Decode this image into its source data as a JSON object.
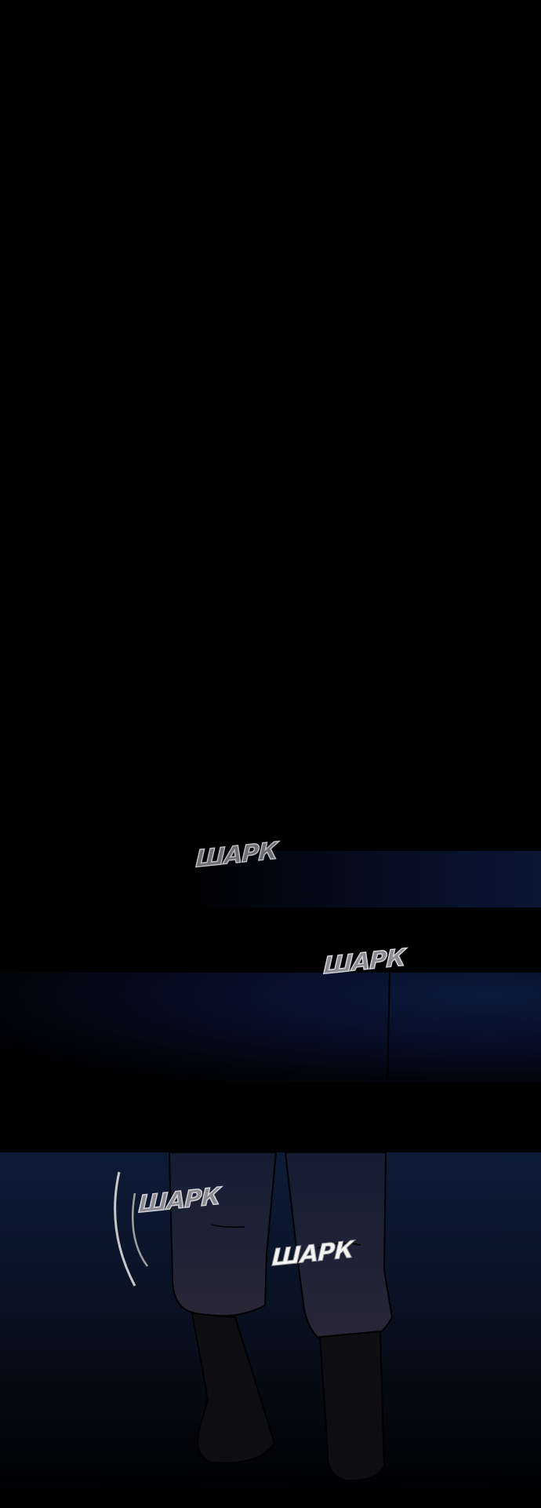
{
  "sound_effects": [
    {
      "text": "ШАРК"
    },
    {
      "text": "ШАРК"
    },
    {
      "text": "ШАРК"
    },
    {
      "text": "ШАРК"
    }
  ],
  "colors": {
    "background": "#000000",
    "night_blue": "#0c1b36"
  }
}
